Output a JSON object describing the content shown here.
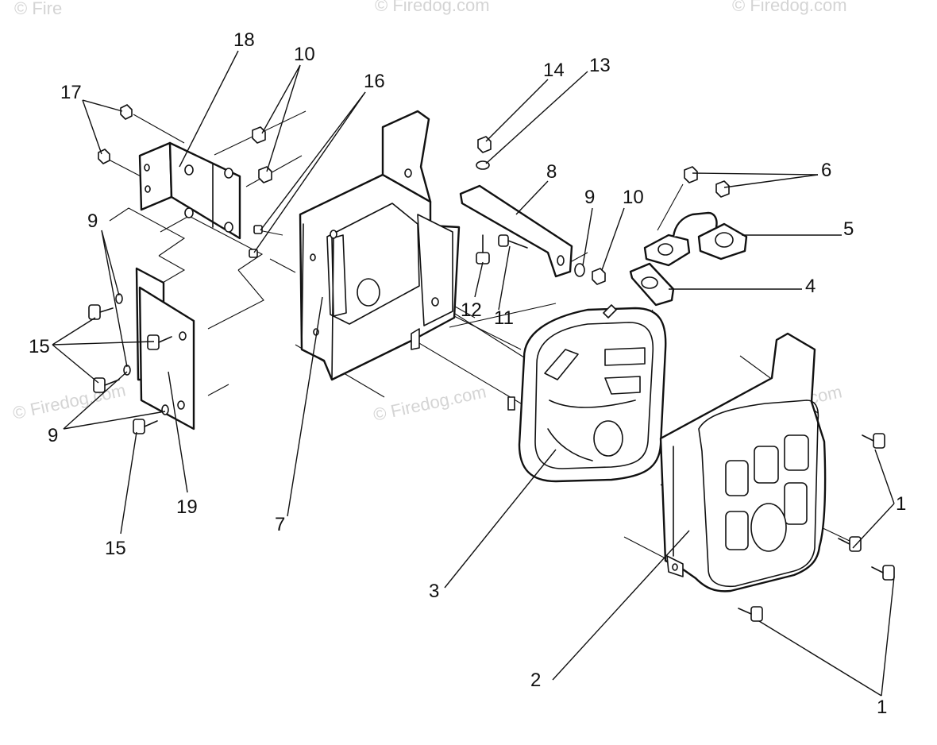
{
  "watermark": {
    "text": "© Firedog.com",
    "corner_text": "© Fire"
  },
  "callouts": {
    "c1a": "1",
    "c1b": "1",
    "c2": "2",
    "c3": "3",
    "c4": "4",
    "c5": "5",
    "c6": "6",
    "c7": "7",
    "c8": "8",
    "c9a": "9",
    "c9b": "9",
    "c9c": "9",
    "c10a": "10",
    "c10b": "10",
    "c11": "11",
    "c12": "12",
    "c13": "13",
    "c14": "14",
    "c15a": "15",
    "c15b": "15",
    "c16": "16",
    "c17": "17",
    "c18": "18",
    "c19": "19"
  }
}
